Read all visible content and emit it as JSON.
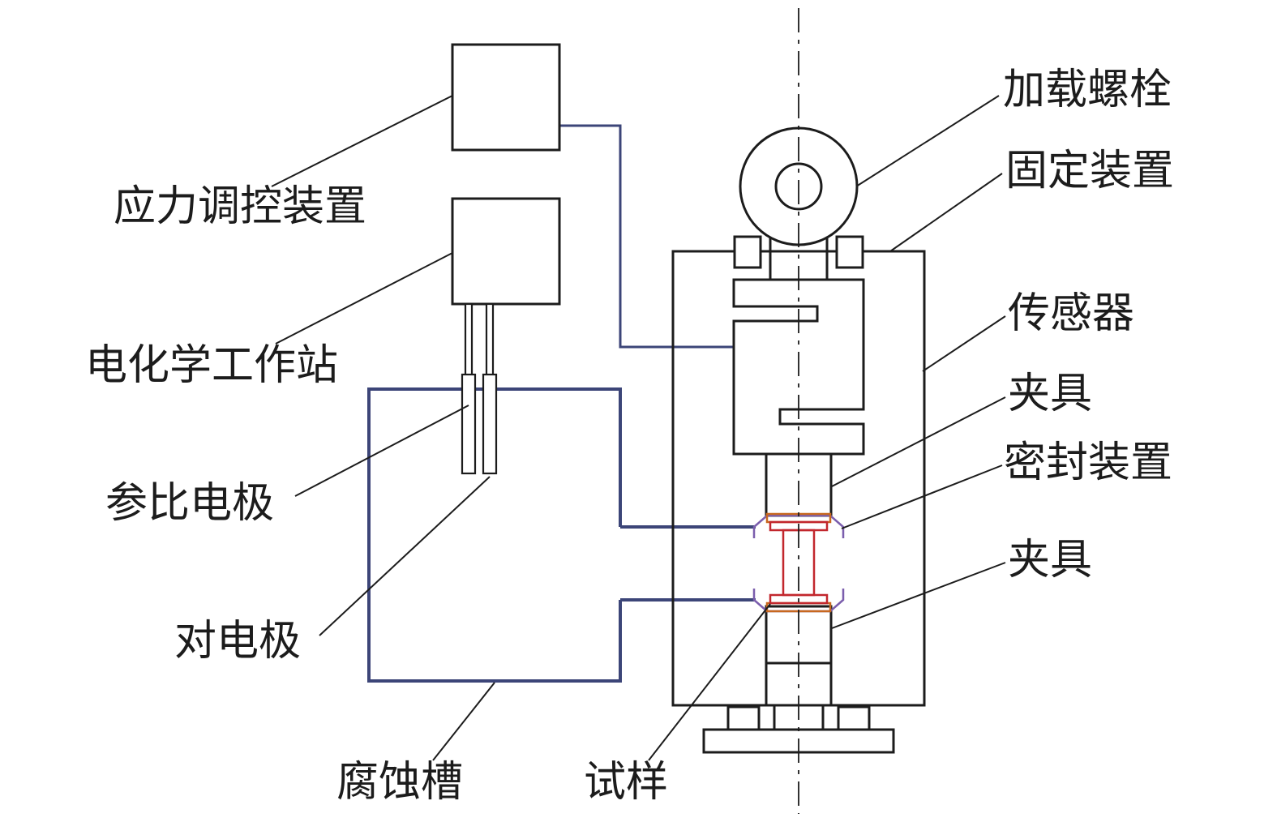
{
  "figure": {
    "labels": {
      "stress_control_device": "应力调控装置",
      "electrochemical_workstation": "电化学工作站",
      "reference_electrode": "参比电极",
      "counter_electrode": "对电极",
      "corrosion_tank": "腐蚀槽",
      "specimen": "试样",
      "loading_bolt": "加载螺栓",
      "fixing_device": "固定装置",
      "sensor": "传感器",
      "upper_clamp": "夹具",
      "sealing_device": "密封装置",
      "lower_clamp": "夹具"
    },
    "colors": {
      "line": "#1c1c1c",
      "tank_outline": "#3c4578",
      "signal_wire": "#3c4578",
      "specimen_outline": "#c2272d",
      "seal_outline": "#7b5ead",
      "seal_gasket": "#c8681f"
    }
  }
}
